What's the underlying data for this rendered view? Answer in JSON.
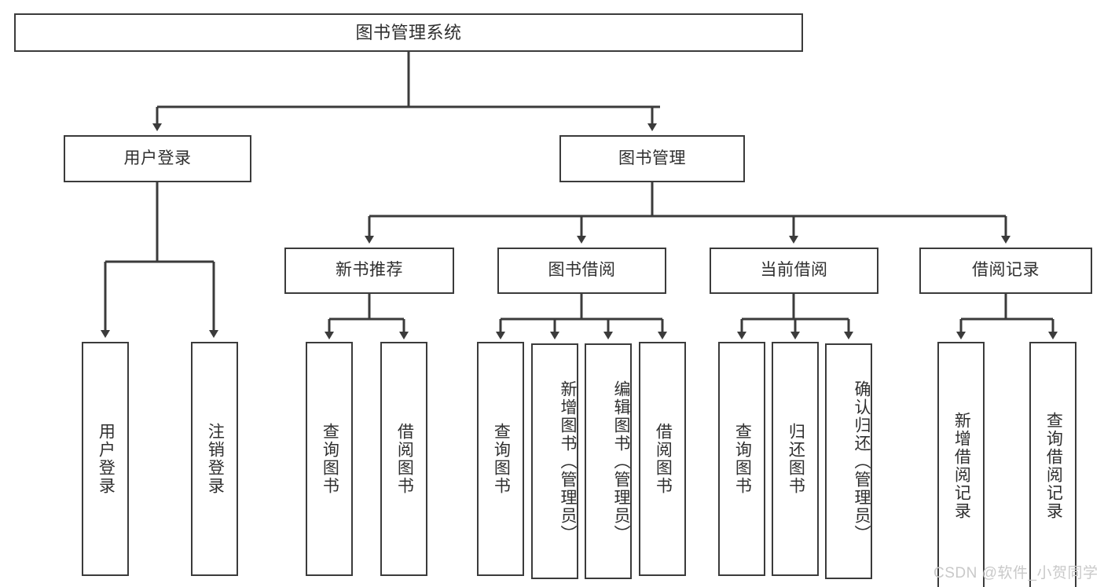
{
  "diagram": {
    "title": "图书管理系统",
    "type": "tree",
    "root": {
      "label": "图书管理系统"
    },
    "level1": [
      {
        "label": "用户登录"
      },
      {
        "label": "图书管理"
      }
    ],
    "level2": [
      {
        "label": "新书推荐"
      },
      {
        "label": "图书借阅"
      },
      {
        "label": "当前借阅"
      },
      {
        "label": "借阅记录"
      }
    ],
    "leaves": {
      "user_login": [
        {
          "label": "用户登录"
        },
        {
          "label": "注销登录"
        }
      ],
      "new_book_recommend": [
        {
          "label": "查询图书"
        },
        {
          "label": "借阅图书"
        }
      ],
      "book_borrow": [
        {
          "label": "查询图书"
        },
        {
          "label": "新增图书（管理员）"
        },
        {
          "label": "编辑图书（管理员）"
        },
        {
          "label": "借阅图书"
        }
      ],
      "current_borrow": [
        {
          "label": "查询图书"
        },
        {
          "label": "归还图书"
        },
        {
          "label": "确认归还（管理员）"
        }
      ],
      "borrow_record": [
        {
          "label": "新增借阅记录"
        },
        {
          "label": "查询借阅记录"
        }
      ]
    }
  },
  "watermark": {
    "text": "CSDN @软件_小贺同学"
  },
  "colors": {
    "stroke": "#3b3b3b",
    "text": "#2f2f2f",
    "background": "#ffffff",
    "watermark": "#c9c9c9"
  }
}
